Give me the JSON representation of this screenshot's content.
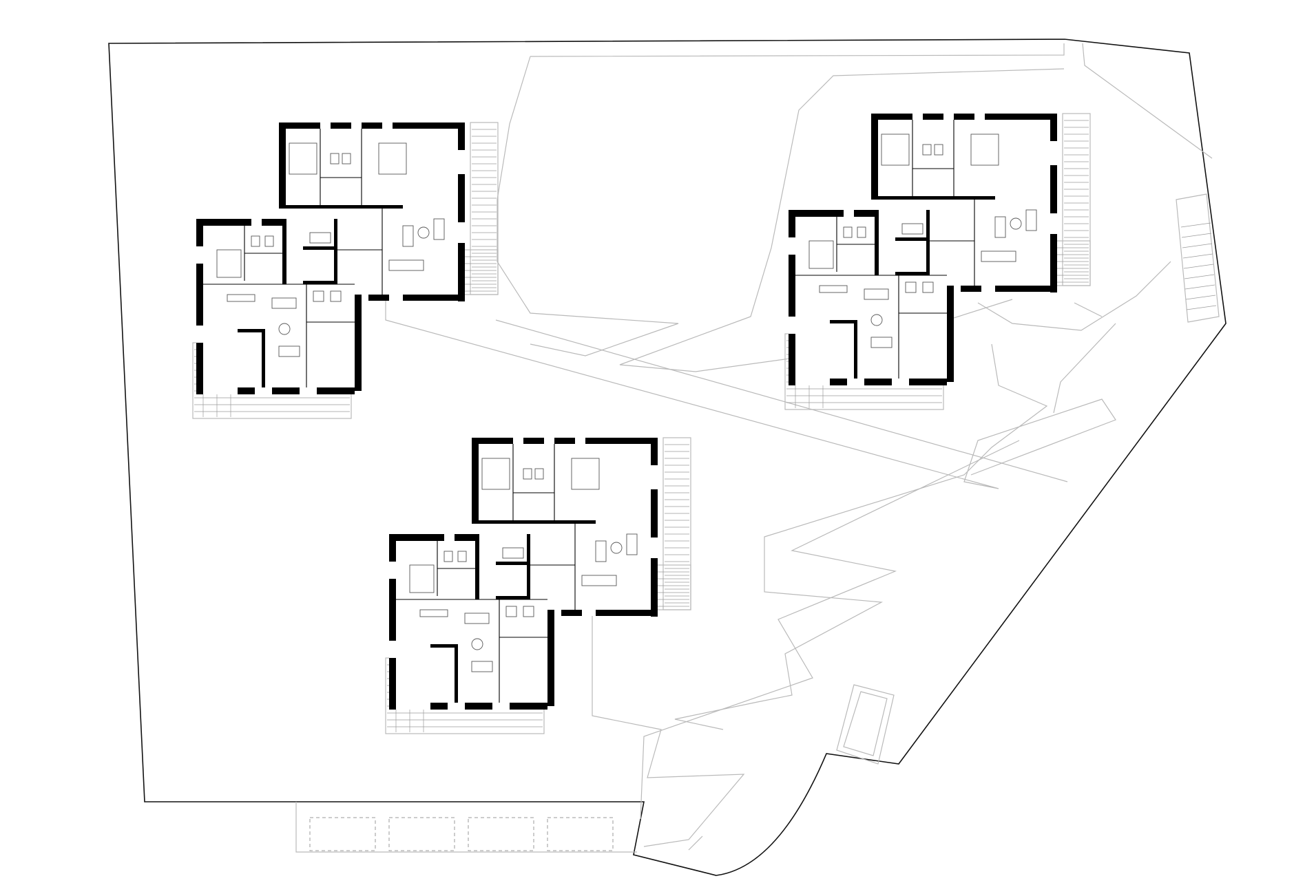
{
  "drawing": {
    "kind": "site-floor-plan",
    "colors": {
      "walls": "#000000",
      "site_boundary": "#111111",
      "paths": "#b9b9b9",
      "background": "#ffffff"
    }
  },
  "buildings": [
    {
      "id": "house-west"
    },
    {
      "id": "house-east"
    },
    {
      "id": "house-south"
    }
  ],
  "parking": {
    "bays": 4
  }
}
